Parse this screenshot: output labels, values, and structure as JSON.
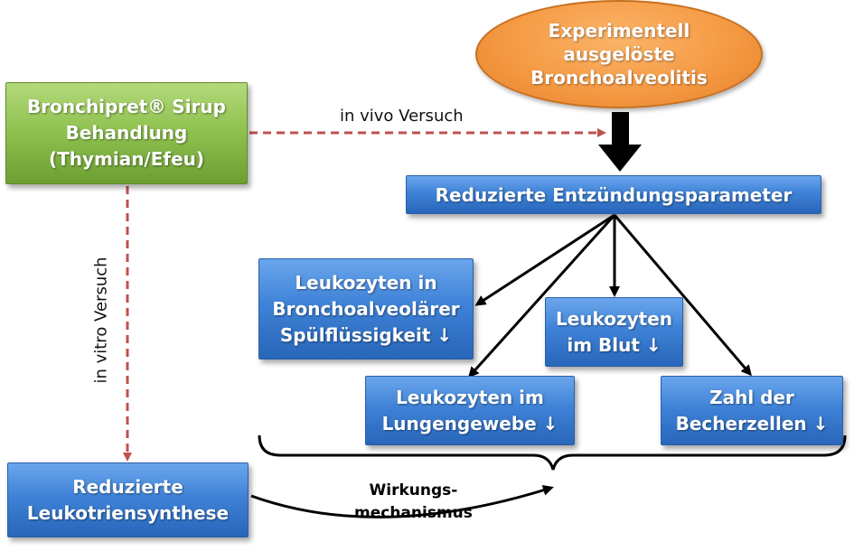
{
  "nodes": {
    "experimentell": "Experimentell\nausgelöste\nBronchoalveolitis",
    "bronchipret": "Bronchipret® Sirup\nBehandlung\n(Thymian/Efeu)",
    "reduzierte_entzuendung": "Reduzierte Entzündungsparameter",
    "leukozyten_bal": "Leukozyten in\nBronchoalveolärer\nSpülflüssigkeit ↓",
    "leukozyten_blut": "Leukozyten\nim Blut ↓",
    "leukozyten_lunge": "Leukozyten im\nLungengewebe ↓",
    "becherzellen": "Zahl der\nBecherzellen ↓",
    "leukotriensynthese": "Reduzierte\nLeukotriensynthese"
  },
  "labels": {
    "in_vivo": "in vivo Versuch",
    "in_vitro": "in vitro Versuch",
    "wirkungsmechanismus": "Wirkungs-\nmechanismus"
  },
  "colors": {
    "blue_box": "#3f82d7",
    "green_box": "#8dc04e",
    "orange_ellipse": "#f59a44",
    "dashed_arrow": "#c0504d",
    "solid_arrow": "#000000"
  }
}
